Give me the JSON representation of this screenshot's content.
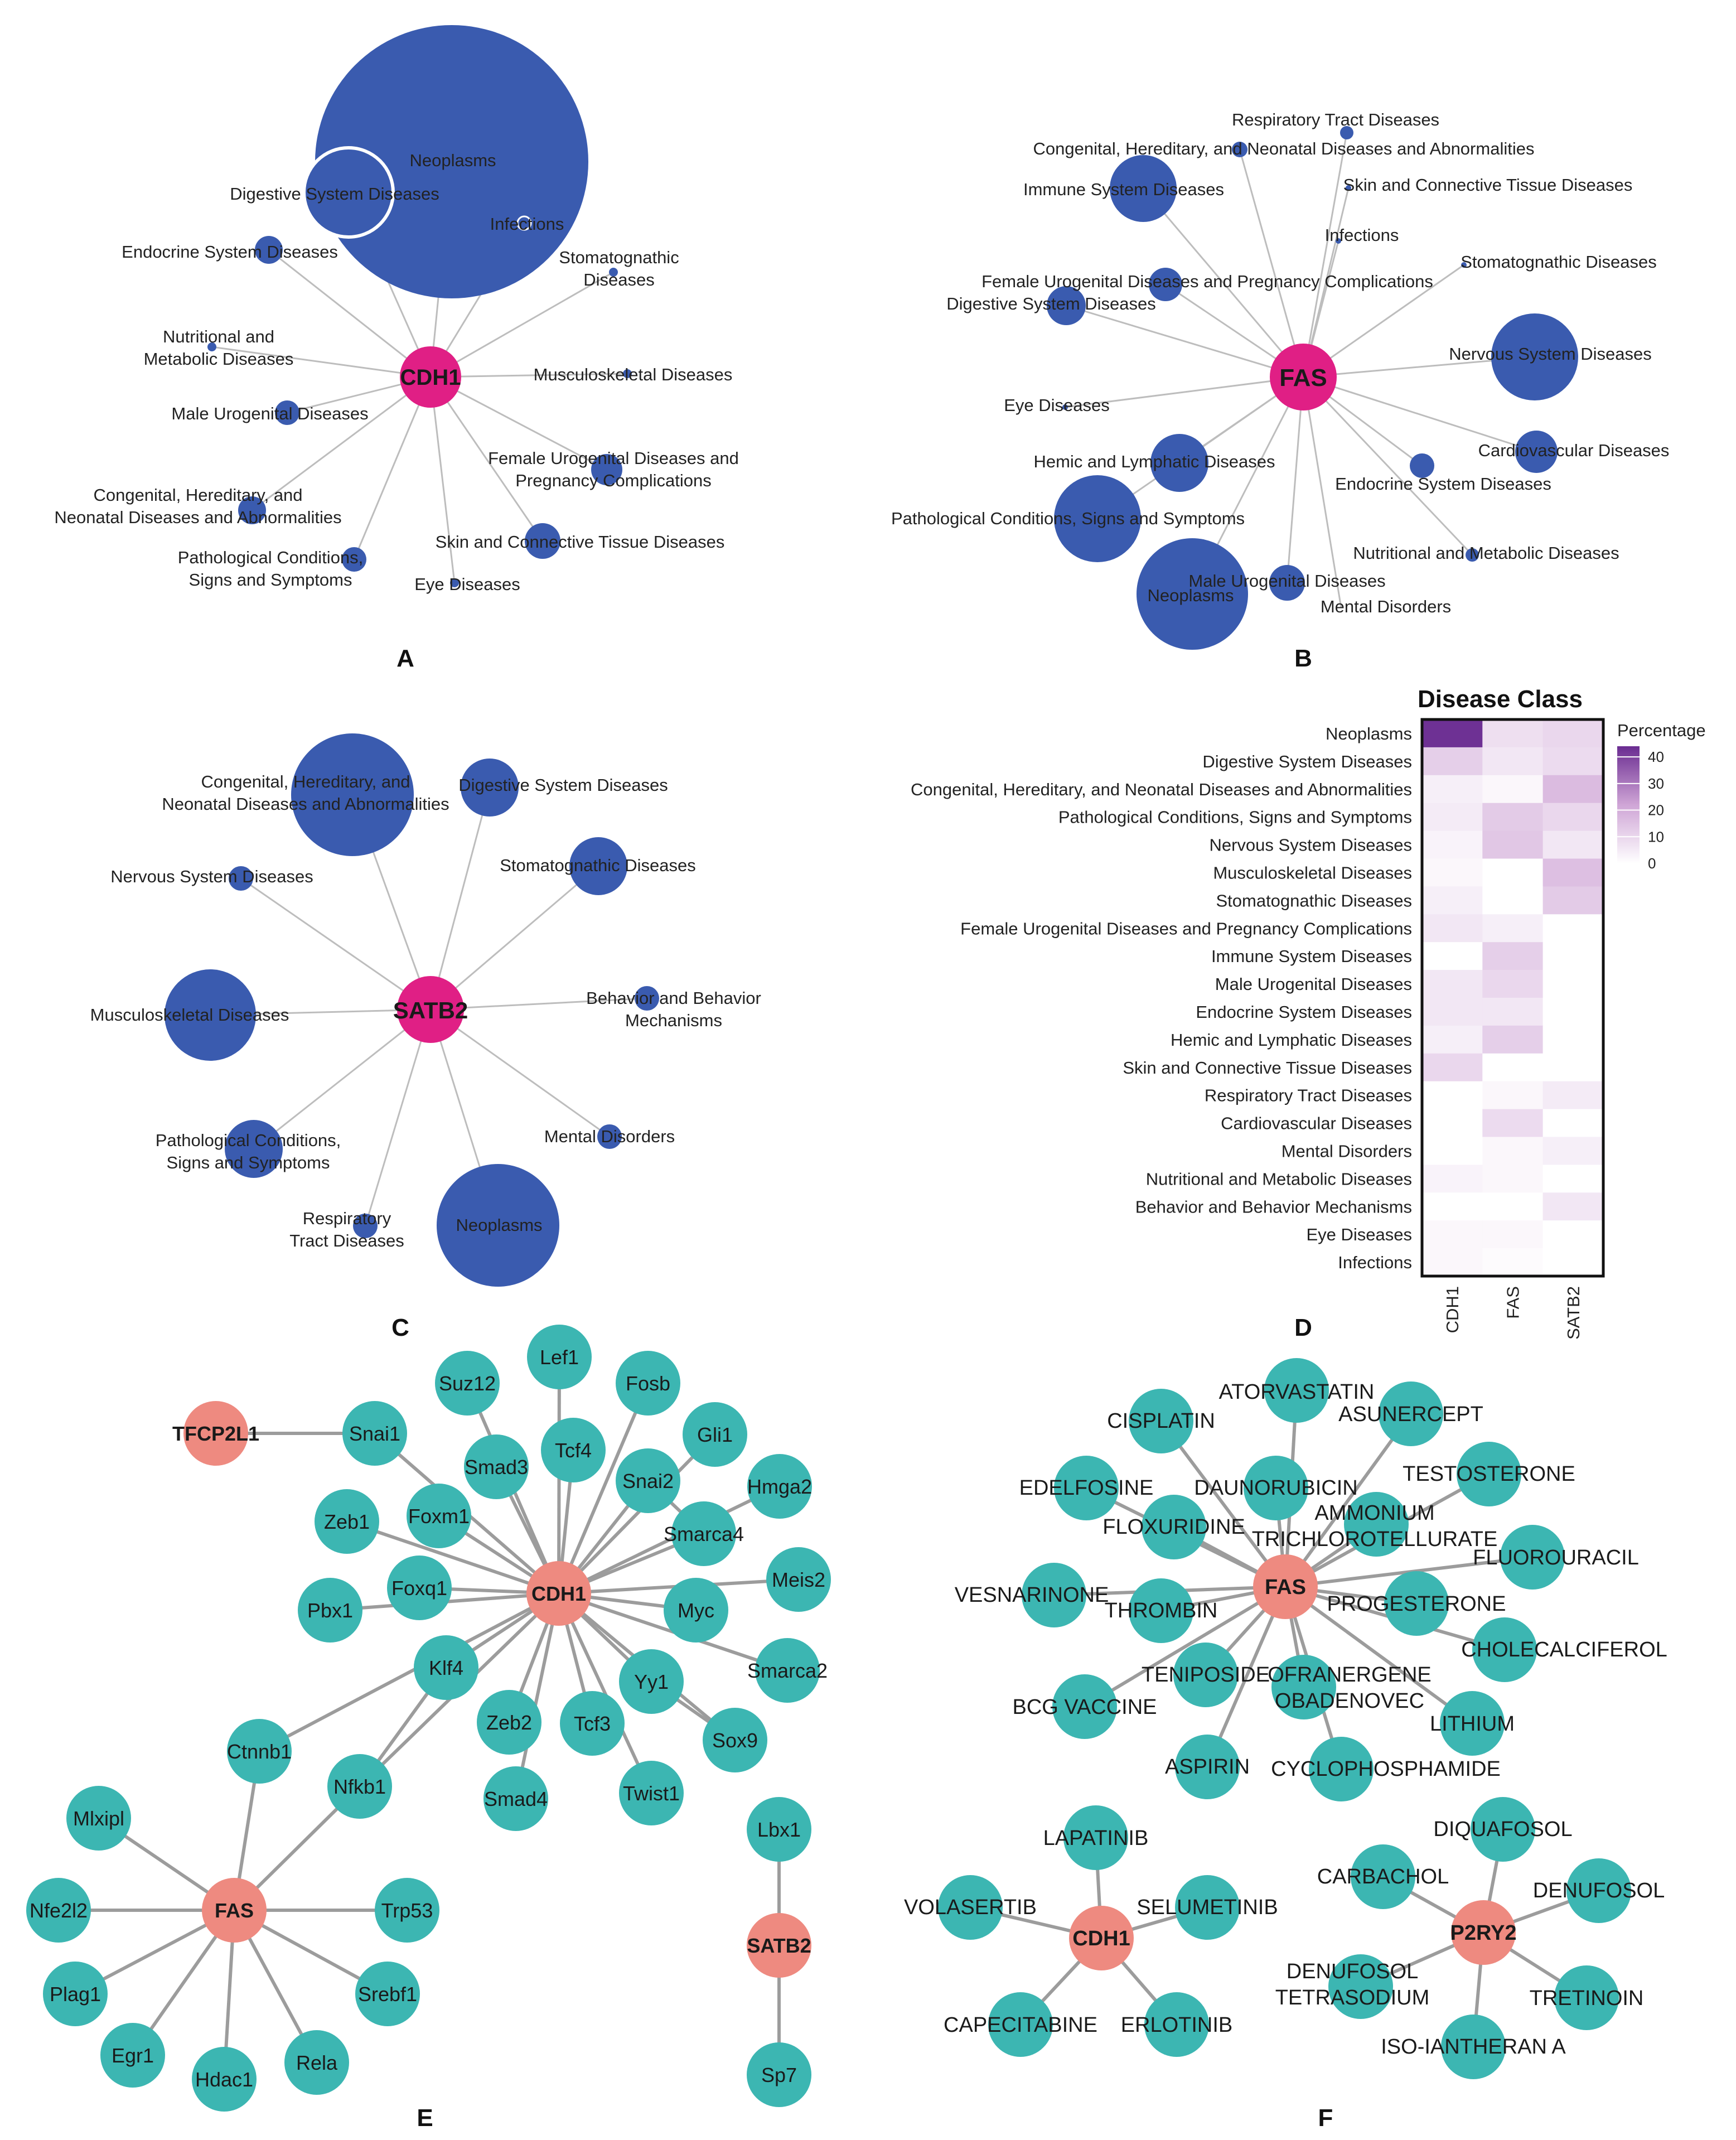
{
  "panel_labels": [
    "A",
    "B",
    "C",
    "D",
    "E",
    "F"
  ],
  "colors": {
    "disease_node": "#3A5BAF",
    "gene_node": "#E01F85",
    "tf_node": "#3CB6B2",
    "hub_node": "#EE8A80",
    "edge": "#BDBDBD",
    "network_edge": "#9C9C9C",
    "heat_max": "#6A2C91",
    "heat_min": "#FFFFFF"
  },
  "panel_a": {
    "hub": "CDH1",
    "nodes": [
      {
        "label": "Neoplasms",
        "size": "huge"
      },
      {
        "label": "Digestive System Diseases",
        "size": "large"
      },
      {
        "label": "Infections",
        "size": "tiny"
      },
      {
        "label": "Endocrine System Diseases",
        "size": "small"
      },
      {
        "label": "Stomatognathic Diseases",
        "size": "tiny"
      },
      {
        "label": "Nutritional and Metabolic Diseases",
        "size": "tiny"
      },
      {
        "label": "Musculoskeletal Diseases",
        "size": "tiny"
      },
      {
        "label": "Male Urogenital Diseases",
        "size": "small"
      },
      {
        "label": "Female Urogenital Diseases and Pregnancy Complications",
        "size": "small"
      },
      {
        "label": "Congenital, Hereditary, and Neonatal Diseases and Abnormalities",
        "size": "small"
      },
      {
        "label": "Skin and Connective Tissue Diseases",
        "size": "small"
      },
      {
        "label": "Pathological Conditions, Signs and Symptoms",
        "size": "small"
      },
      {
        "label": "Eye Diseases",
        "size": "tiny"
      }
    ]
  },
  "panel_b": {
    "hub": "FAS",
    "nodes": [
      {
        "label": "Respiratory Tract Diseases"
      },
      {
        "label": "Congenital, Hereditary, and Neonatal Diseases and Abnormalities"
      },
      {
        "label": "Immune System Diseases"
      },
      {
        "label": "Skin and Connective Tissue Diseases"
      },
      {
        "label": "Infections"
      },
      {
        "label": "Stomatognathic Diseases"
      },
      {
        "label": "Female Urogenital Diseases and Pregnancy Complications"
      },
      {
        "label": "Digestive System Diseases"
      },
      {
        "label": "Nervous System Diseases"
      },
      {
        "label": "Eye Diseases"
      },
      {
        "label": "Cardiovascular Diseases"
      },
      {
        "label": "Hemic and Lymphatic Diseases"
      },
      {
        "label": "Endocrine System Diseases"
      },
      {
        "label": "Pathological Conditions, Signs and Symptoms"
      },
      {
        "label": "Nutritional and Metabolic Diseases"
      },
      {
        "label": "Male Urogenital Diseases"
      },
      {
        "label": "Neoplasms"
      },
      {
        "label": "Mental Disorders"
      }
    ]
  },
  "panel_c": {
    "hub": "SATB2",
    "nodes": [
      {
        "label": "Congenital, Hereditary, and Neonatal Diseases and Abnormalities"
      },
      {
        "label": "Digestive System Diseases"
      },
      {
        "label": "Nervous System Diseases"
      },
      {
        "label": "Stomatognathic Diseases"
      },
      {
        "label": "Musculoskeletal Diseases"
      },
      {
        "label": "Behavior and Behavior Mechanisms"
      },
      {
        "label": "Pathological Conditions, Signs and Symptoms"
      },
      {
        "label": "Mental Disorders"
      },
      {
        "label": "Respiratory Tract Diseases"
      },
      {
        "label": "Neoplasms"
      }
    ]
  },
  "panel_d": {
    "title": "Disease Class",
    "legend_title": "Percentage",
    "legend_ticks": [
      40,
      30,
      20,
      10,
      0
    ],
    "columns": [
      "CDH1",
      "FAS",
      "SATB2"
    ],
    "rows": [
      "Neoplasms",
      "Digestive System Diseases",
      "Congenital, Hereditary, and Neonatal Diseases and Abnormalities",
      "Pathological Conditions, Signs and Symptoms",
      "Nervous System Diseases",
      "Musculoskeletal Diseases",
      "Stomatognathic Diseases",
      "Female Urogenital Diseases and Pregnancy Complications",
      "Immune System Diseases",
      "Male Urogenital Diseases",
      "Endocrine System Diseases",
      "Hemic and Lymphatic Diseases",
      "Skin and Connective Tissue Diseases",
      "Respiratory Tract Diseases",
      "Cardiovascular Diseases",
      "Mental Disorders",
      "Nutritional and Metabolic Diseases",
      "Behavior and Behavior Mechanisms",
      "Eye Diseases",
      "Infections"
    ],
    "values": [
      [
        44,
        8,
        10
      ],
      [
        12,
        6,
        9
      ],
      [
        4,
        2,
        17
      ],
      [
        5,
        13,
        10
      ],
      [
        3,
        14,
        6
      ],
      [
        2,
        0,
        16
      ],
      [
        4,
        0,
        13
      ],
      [
        6,
        4,
        0
      ],
      [
        0,
        12,
        0
      ],
      [
        6,
        10,
        0
      ],
      [
        6,
        6,
        0
      ],
      [
        4,
        12,
        0
      ],
      [
        10,
        0,
        0
      ],
      [
        0,
        2,
        5
      ],
      [
        0,
        9,
        0
      ],
      [
        0,
        2,
        4
      ],
      [
        3,
        2,
        0
      ],
      [
        0,
        0,
        6
      ],
      [
        2,
        2,
        0
      ],
      [
        2,
        1,
        0
      ]
    ]
  },
  "panel_e": {
    "hubs": [
      "CDH1",
      "FAS",
      "SATB2",
      "TFCP2L1"
    ],
    "cdh1_targets": [
      "Suz12",
      "Lef1",
      "Fosb",
      "Gli1",
      "Snai1",
      "Smad3",
      "Tcf4",
      "Snai2",
      "Hmga2",
      "Smarca4",
      "Zeb1",
      "Foxm1",
      "Meis2",
      "Pbx1",
      "Foxq1",
      "Myc",
      "Smarca2",
      "Klf4",
      "Yy1",
      "Zeb2",
      "Tcf3",
      "Sox9",
      "Smad4",
      "Twist1",
      "Ctnnb1",
      "Nfkb1"
    ],
    "fas_targets": [
      "Mlxipl",
      "Nfe2l2",
      "Plag1",
      "Egr1",
      "Hdac1",
      "Rela",
      "Srebf1",
      "Trp53",
      "Ctnnb1",
      "Nfkb1"
    ],
    "satb2_targets": [
      "Lbx1",
      "Sp7"
    ]
  },
  "panel_f": {
    "hubs": [
      "FAS",
      "CDH1",
      "P2RY2"
    ],
    "fas_drugs": [
      "ATORVASTATIN",
      "CISPLATIN",
      "ASUNERCEPT",
      "EDELFOSINE",
      "DAUNORUBICIN",
      "TESTOSTERONE",
      "AMMONIUM TRICHLOROTELLURATE",
      "FLOXURIDINE",
      "FLUOROURACIL",
      "VESNARINONE",
      "THROMBIN",
      "PROGESTERONE",
      "CHOLECALCIFEROL",
      "TENIPOSIDE",
      "OFRANERGENE OBADENOVEC",
      "BCG VACCINE",
      "LITHIUM",
      "ASPIRIN",
      "CYCLOPHOSPHAMIDE"
    ],
    "cdh1_drugs": [
      "LAPATINIB",
      "VOLASERTIB",
      "SELUMETINIB",
      "CAPECITABINE",
      "ERLOTINIB"
    ],
    "p2ry2_drugs": [
      "DIQUAFOSOL",
      "CARBACHOL",
      "DENUFOSOL",
      "DENUFOSOL TETRASODIUM",
      "TRETINOIN",
      "ISO-IANTHERAN A"
    ]
  }
}
